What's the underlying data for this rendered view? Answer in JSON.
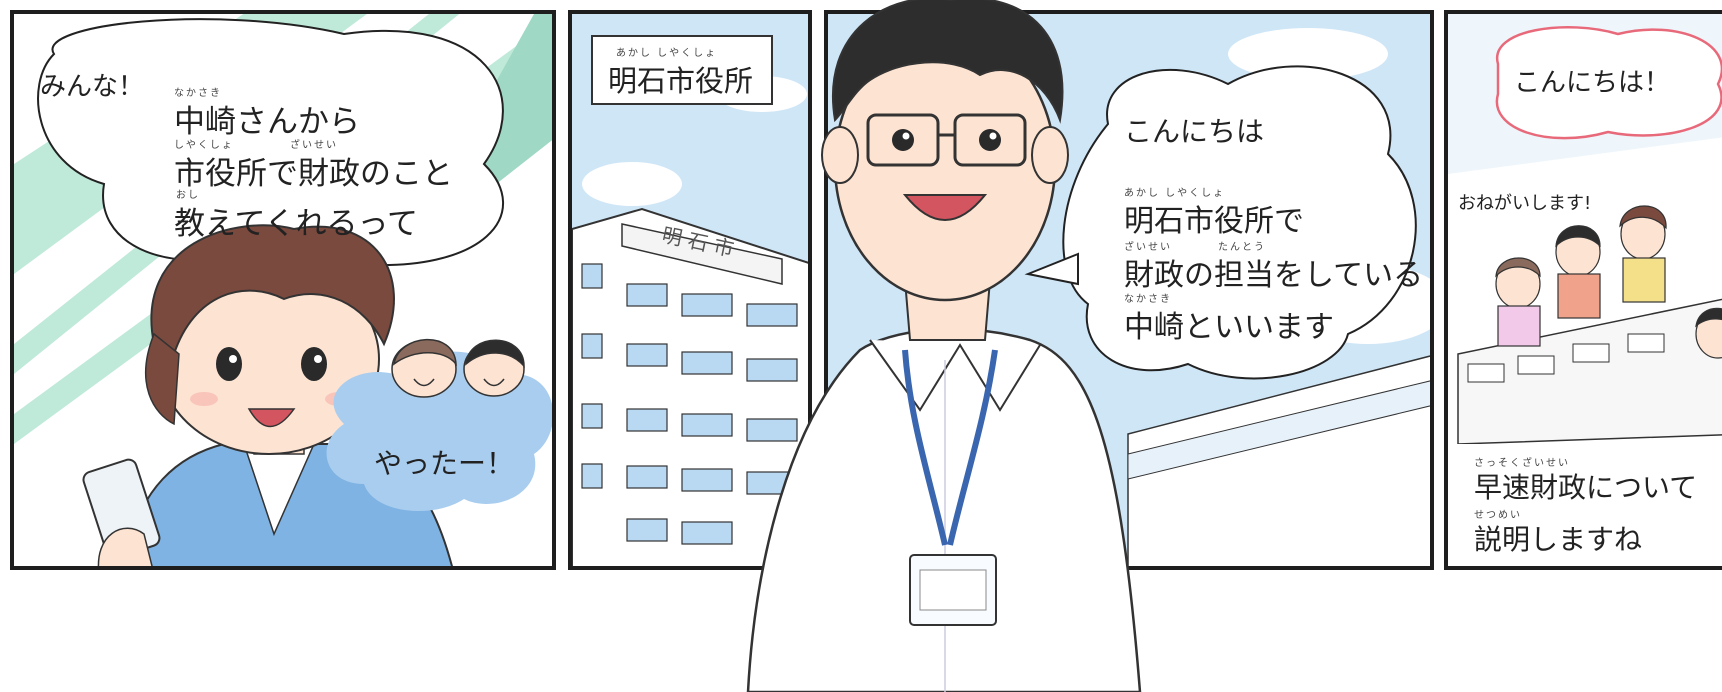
{
  "panel1": {
    "exclaim": "みんな！",
    "ruby_nakasaki": "なかさき",
    "line1": "中崎さんから",
    "ruby_shiyakusho": "しやくしょ",
    "ruby_zaisei": "ざいせい",
    "line2": "市役所で財政のこと",
    "ruby_oshi": "おし",
    "line3": "教えてくれるって",
    "cheer": "やったー！"
  },
  "panel2": {
    "ruby_sign": "あかし しやくしょ",
    "sign": "明石市役所",
    "building_sign": "明 石 市"
  },
  "panel3": {
    "greeting": "こんにちは",
    "ruby_line1": "あかし しやくしょ",
    "line1": "明石市役所で",
    "ruby_zaisei": "ざいせい",
    "ruby_tantou": "たんとう",
    "line2": "財政の担当をしている",
    "ruby_nakasaki": "なかさき",
    "line3": "中崎といいます"
  },
  "panel4": {
    "greeting": "こんにちは！",
    "chorus": "おねがいします!",
    "ruby_line1": "さっそくざいせい",
    "line1": "早速財政について",
    "ruby_line2": "せつめい",
    "line2": "説明しますね"
  },
  "colors": {
    "border": "#1e1e1e",
    "sky": "#cfe6f7",
    "mint_stripe": "#9fd8c4",
    "cloud_blue": "#a9cdee",
    "skin": "#fde3d2",
    "hair_brown": "#7b4a3f",
    "jacket_blue": "#7fb3e3",
    "lanyard": "#3a66b0",
    "pink_bubble": "#e86a7a"
  }
}
